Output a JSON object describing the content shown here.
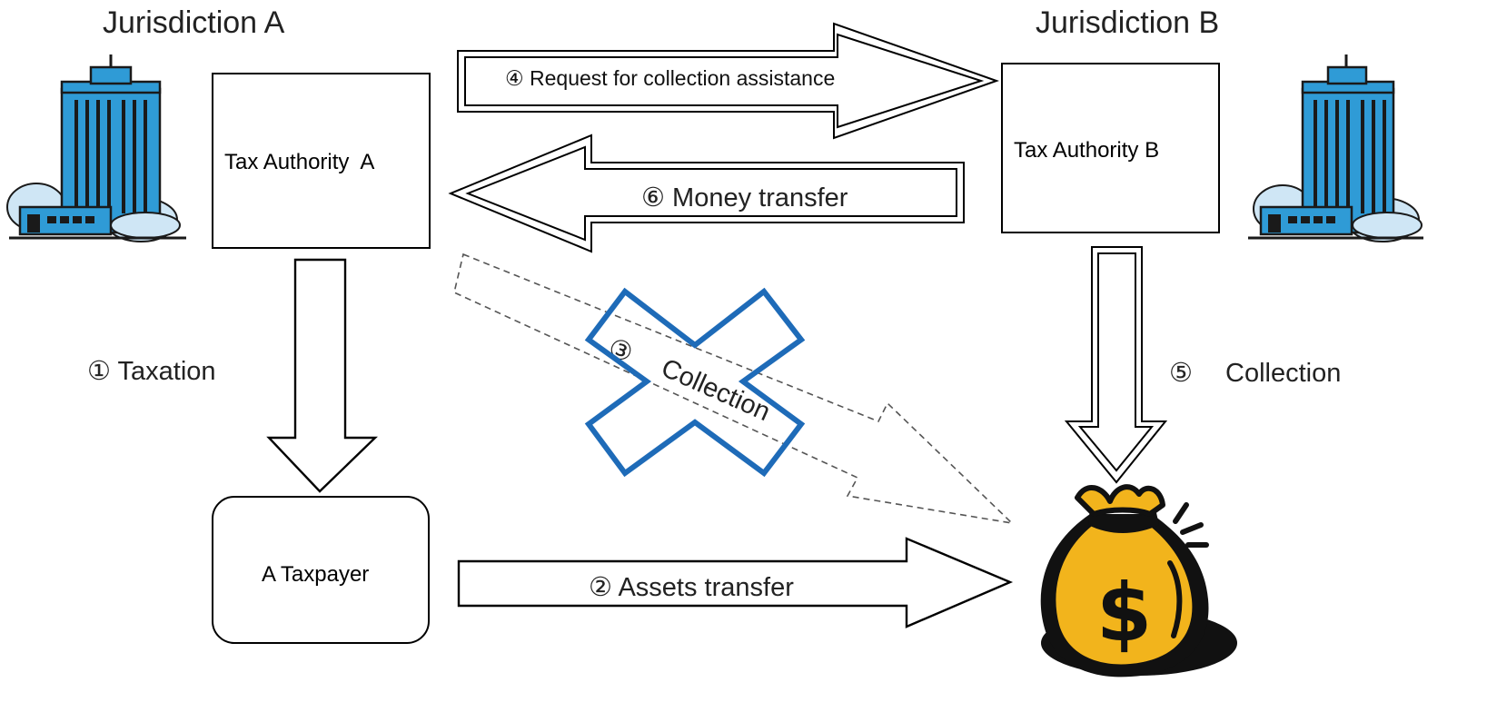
{
  "jurisdictions": {
    "a": "Jurisdiction A",
    "b": "Jurisdiction B"
  },
  "nodes": {
    "tax_authority_a": "Tax Authority  A",
    "tax_authority_b": "Tax Authority B",
    "taxpayer": "A Taxpayer"
  },
  "steps": {
    "s1": "① Taxation",
    "s2": "② Assets transfer",
    "s3_num": "③",
    "s3_text": "Collection",
    "s4": "④ Request for collection assistance",
    "s5_num": "⑤",
    "s5_text": "Collection",
    "s6": "⑥ Money transfer"
  },
  "symbols": {
    "money_sign": "$"
  },
  "colors": {
    "building_blue": "#2f9bd6",
    "building_dark": "#1a1a1a",
    "cloud": "#cfe6f5",
    "cross_blue": "#1e6bb8",
    "bag_gold": "#f2b41c",
    "bag_dark": "#111111"
  },
  "icons": [
    "building-icon",
    "cloud-icon",
    "money-bag-icon",
    "cross-icon"
  ]
}
